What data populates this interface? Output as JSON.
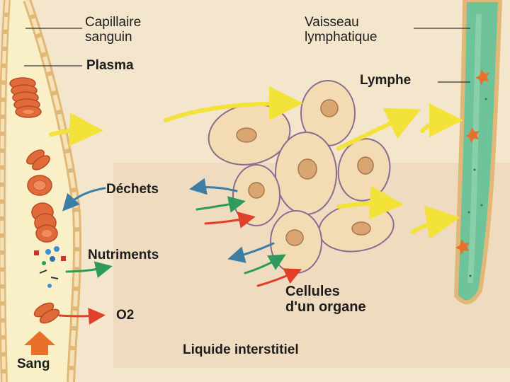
{
  "labels": {
    "capillary_line1": "Capillaire",
    "capillary_line2": "sanguin",
    "plasma": "Plasma",
    "vessel_line1": "Vaisseau",
    "vessel_line2": "lymphatique",
    "lymph": "Lymphe",
    "waste": "Déchets",
    "nutrients": "Nutriments",
    "oxygen": "O2",
    "cells_line1": "Cellules",
    "cells_line2": "d'un organe",
    "interstitial": "Liquide interstitiel",
    "blood": "Sang"
  },
  "colors": {
    "background": "#f4e6cc",
    "capillary_plasma": "#faf0c8",
    "capillary_wall": "#e8c487",
    "red_blood_cell": "#e06a3a",
    "lymph_vessel": "#6fc39a",
    "cell_body": "#f3dcb4",
    "cell_outline": "#8a6c8e",
    "nucleus": "#d9a570",
    "flow_yellow": "#f2e23a",
    "waste_arrow": "#3d7ea6",
    "nutrient_arrow": "#2f9a5a",
    "oxygen_arrow": "#e0402a",
    "blood_arrow": "#e8702a"
  }
}
